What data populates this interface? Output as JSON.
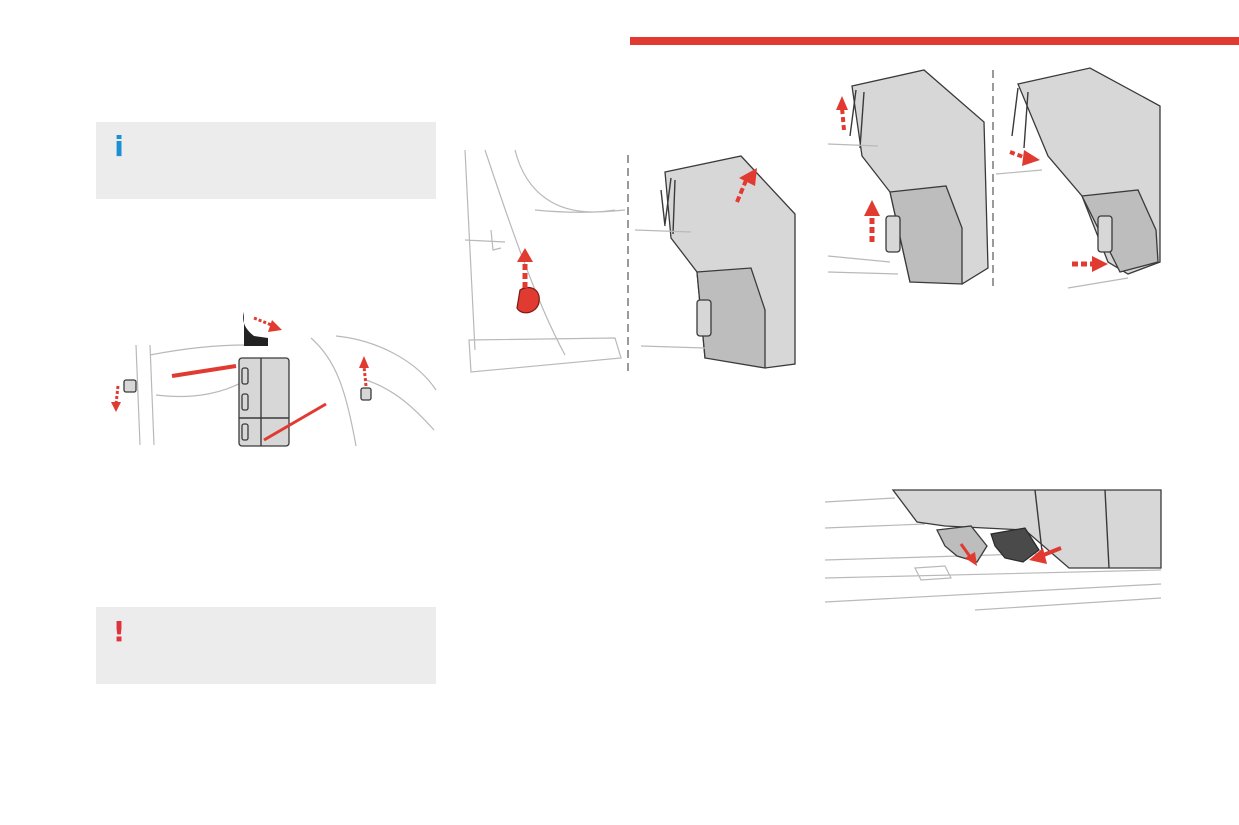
{
  "page": {
    "accent_color": "#e03a31",
    "note_box_color": "#ececec"
  },
  "notes": {
    "info": {
      "icon": "info-icon",
      "symbol": "i",
      "color": "#1a8fd6"
    },
    "warning": {
      "icon": "exclamation-icon",
      "symbol": "!",
      "color": "#e0323c"
    }
  },
  "illustrations": [
    {
      "name": "seat-controls-illustration",
      "arrow_color": "#e03a31"
    },
    {
      "name": "rear-bench-tilt-illustration",
      "arrow_color": "#e03a31"
    },
    {
      "name": "bench-removal-illustration",
      "arrow_color": "#e03a31"
    },
    {
      "name": "floor-anchor-illustration",
      "arrow_color": "#e03a31"
    }
  ]
}
